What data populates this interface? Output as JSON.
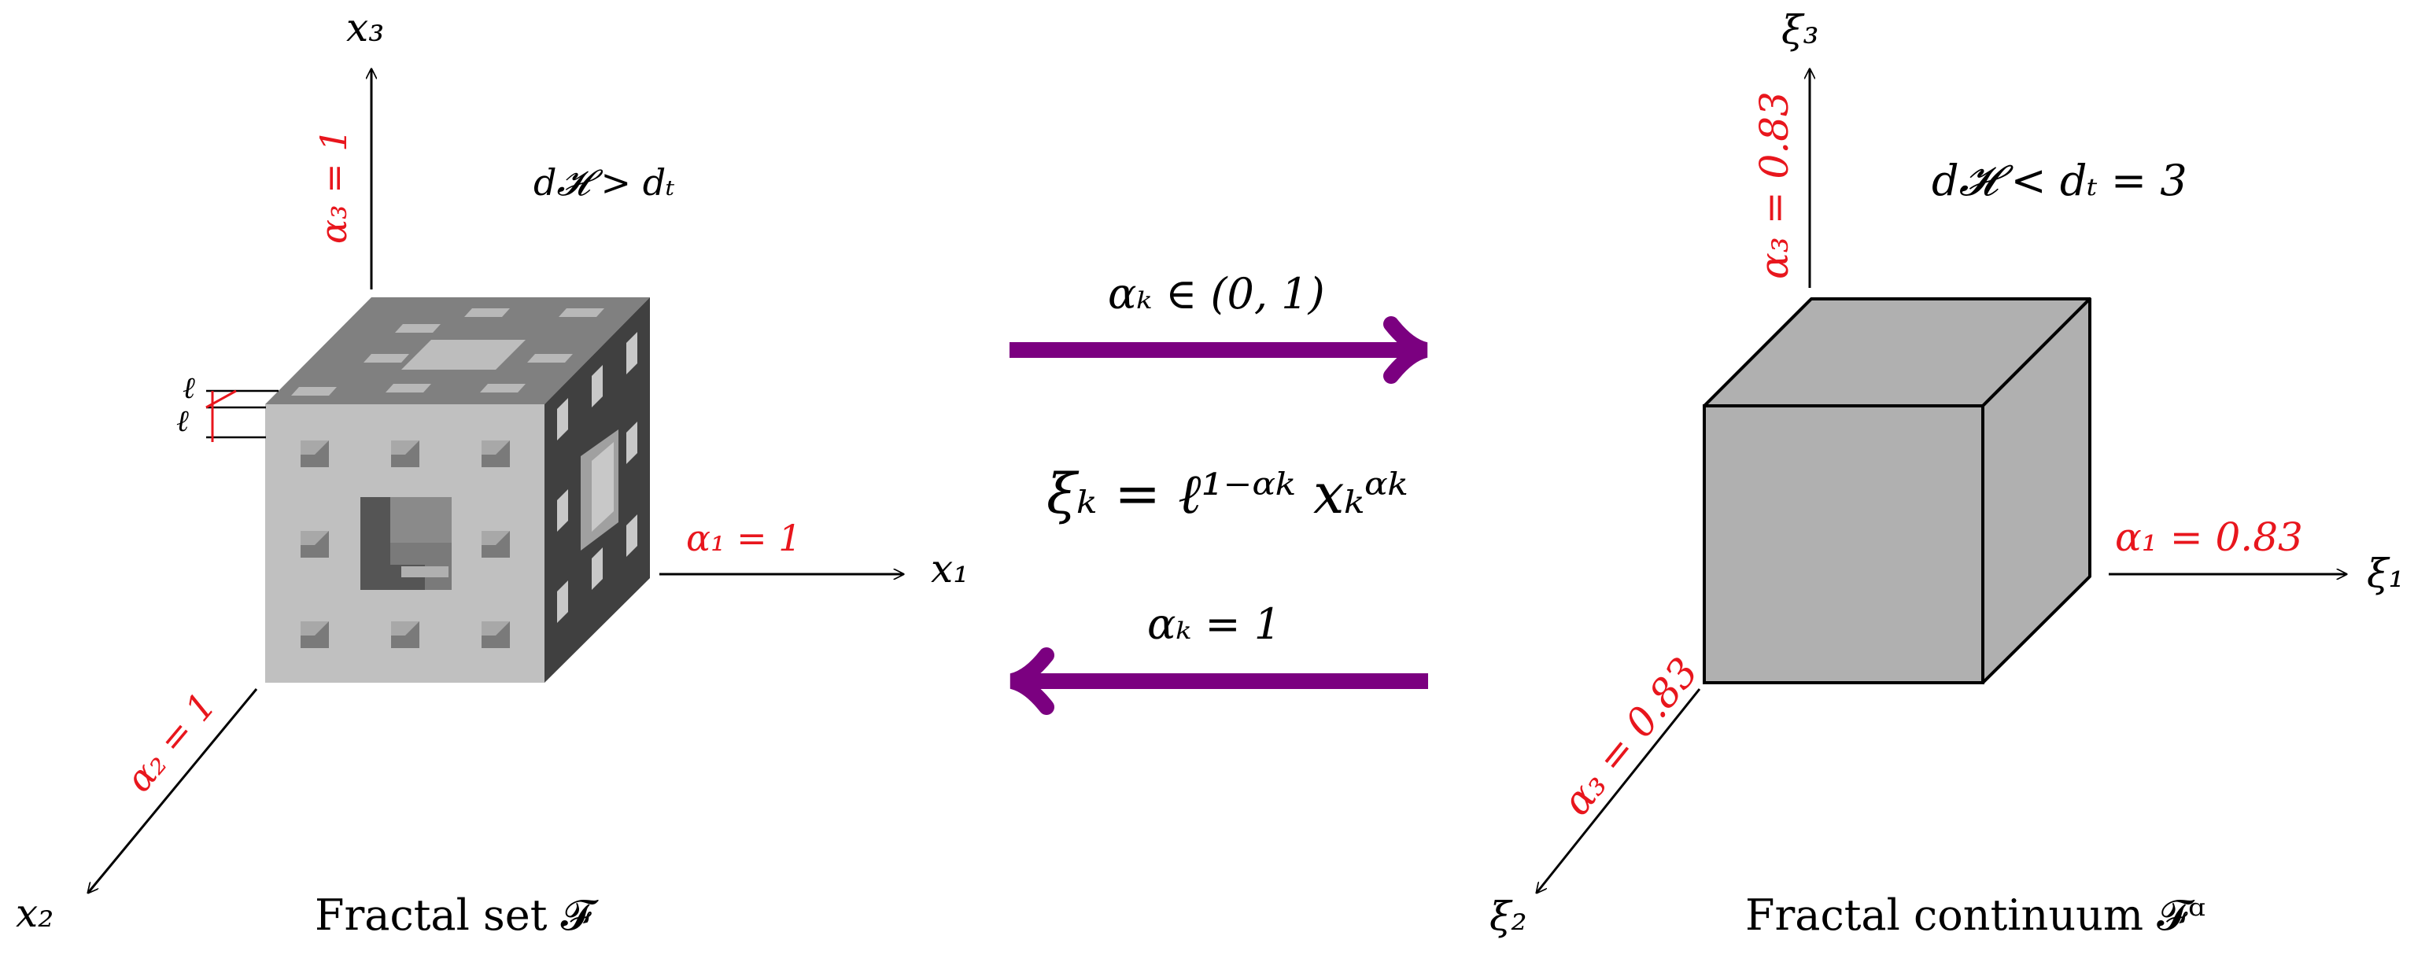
{
  "colors": {
    "ink": "#000000",
    "red": "#e8161d",
    "purple": "#7b0080",
    "cube_front": "#c0c0c0",
    "cube_top": "#808080",
    "cube_side": "#404040",
    "continuum_fill": "#b0b0b0"
  },
  "left": {
    "axis_x1": "x₁",
    "axis_x2": "x₂",
    "axis_x3": "x₃",
    "alpha1": "α₁ = 1",
    "alpha2": "α₂ = 1",
    "alpha3": "α₃ = 1",
    "dim_relation": "d𝓗 > dₜ",
    "ell_top": "ℓ",
    "ell_bottom": "ℓ",
    "caption": "Fractal set 𝓕"
  },
  "middle": {
    "forward_condition": "αₖ ∈ (0, 1)",
    "mapping": "ξₖ = ℓ¹⁻ᵅᵏ xₖᵅᵏ",
    "backward_condition": "αₖ = 1"
  },
  "right": {
    "axis_xi1": "ξ₁",
    "axis_xi2": "ξ₂",
    "axis_xi3": "ξ₃",
    "alpha1": "α₁ = 0.83",
    "alpha3_diag": "α₃ = 0.83",
    "alpha3_vert": "α₃ = 0.83",
    "dim_relation": "d𝓗 < dₜ = 3",
    "caption": "Fractal continuum 𝓕ᵅ"
  }
}
